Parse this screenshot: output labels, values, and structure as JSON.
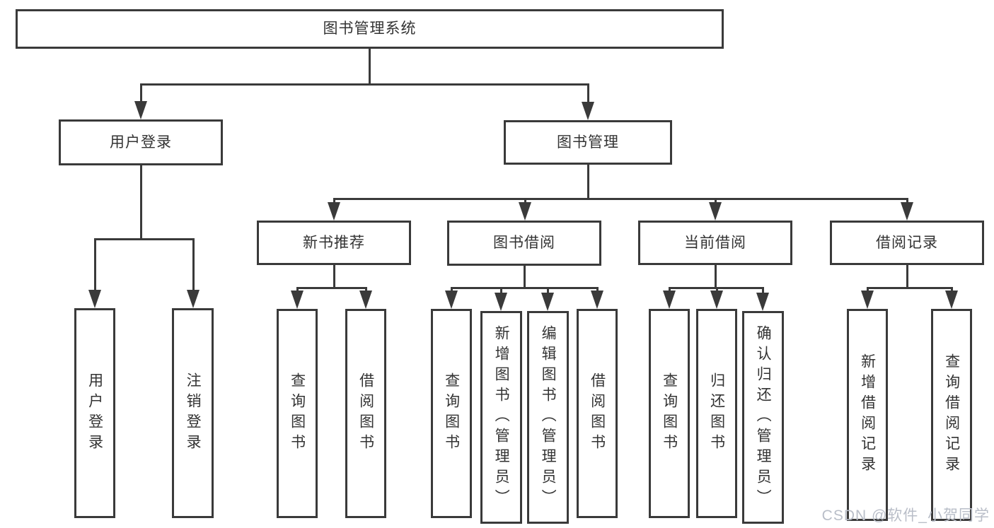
{
  "tree": {
    "root": {
      "label": "图书管理系统",
      "children": [
        {
          "label": "用户登录",
          "children": [
            {
              "label": "用户登录"
            },
            {
              "label": "注销登录"
            }
          ]
        },
        {
          "label": "图书管理",
          "children": [
            {
              "label": "新书推荐",
              "children": [
                {
                  "label": "查询图书"
                },
                {
                  "label": "借阅图书"
                }
              ]
            },
            {
              "label": "图书借阅",
              "children": [
                {
                  "label": "查询图书"
                },
                {
                  "label": "新增图书（管理员）"
                },
                {
                  "label": "编辑图书（管理员）"
                },
                {
                  "label": "借阅图书"
                }
              ]
            },
            {
              "label": "当前借阅",
              "children": [
                {
                  "label": "查询图书"
                },
                {
                  "label": "归还图书"
                },
                {
                  "label": "确认归还（管理员）"
                }
              ]
            },
            {
              "label": "借阅记录",
              "children": [
                {
                  "label": "新增借阅记录"
                },
                {
                  "label": "查询借阅记录"
                }
              ]
            }
          ]
        }
      ]
    }
  },
  "watermark": "CSDN @软件_小贺同学",
  "colors": {
    "line": "#3a3a3a",
    "text": "#333333",
    "watermark": "#b9bec8",
    "background": "#ffffff"
  }
}
